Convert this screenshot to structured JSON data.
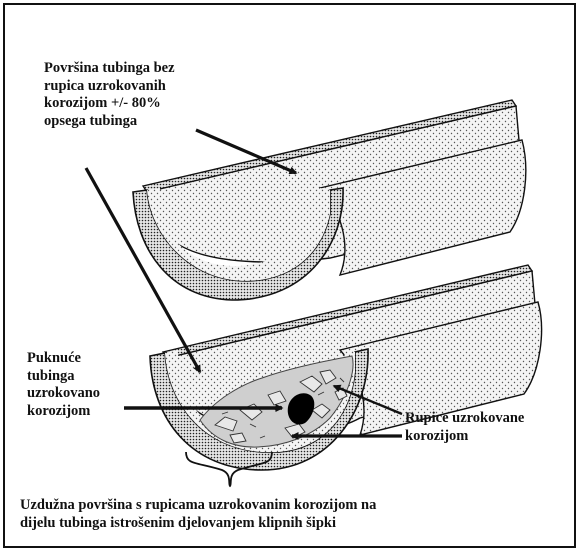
{
  "labels": {
    "surface_without_pits": [
      "Površina tubinga bez",
      "rupica uzrokovanih",
      "korozijom +/- 80%",
      "opsega tubinga"
    ],
    "tubing_rupture": [
      "Puknuće",
      "tubinga",
      "uzrokovano",
      "korozijom"
    ],
    "corrosion_pits": [
      "Rupice uzrokovane",
      "korozijom"
    ],
    "longitudinal_surface": [
      "Uzdužna površina s rupicama uzrokovanim korozijom na",
      "dijelu tubinga istrošenim djelovanjem klipnih šipki"
    ]
  },
  "colors": {
    "ink": "#111111",
    "wall_fill": "#f4f4f4",
    "pit_fill": "#cfcfcf",
    "rupture_fill": "#000000"
  }
}
